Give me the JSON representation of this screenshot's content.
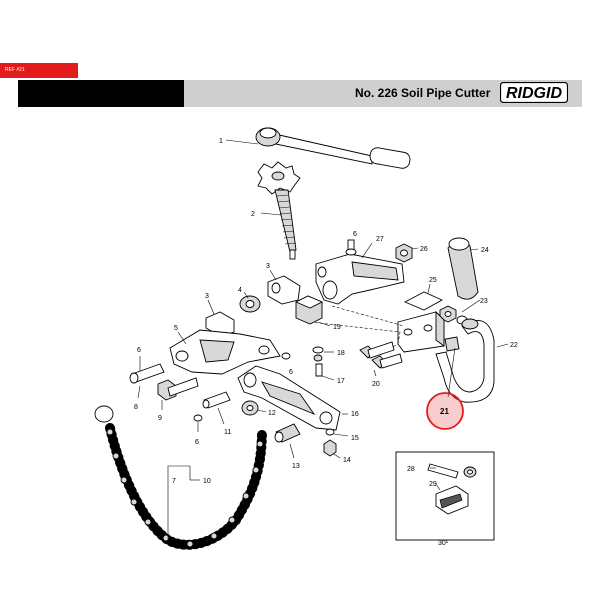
{
  "header": {
    "ref_tag": "REF #21",
    "title": "No. 226 Soil Pipe Cutter",
    "brand": "RIDGID"
  },
  "colors": {
    "accent_red": "#e31b1b",
    "header_dark": "#000000",
    "header_light": "#cfcfcf"
  },
  "callouts": {
    "c1": "1",
    "c2": "2",
    "c3a": "3",
    "c3b": "3",
    "c4": "4",
    "c5": "5",
    "c6a": "6",
    "c6b": "6",
    "c6c": "6",
    "c6d": "6",
    "c7": "7",
    "c8": "8",
    "c9": "9",
    "c10": "10",
    "c11": "11",
    "c12": "12",
    "c13": "13",
    "c14": "14",
    "c15": "15",
    "c16": "16",
    "c17": "17",
    "c18": "18",
    "c19": "19",
    "c20": "20",
    "c21": "21",
    "c22": "22",
    "c23": "23",
    "c24": "24",
    "c25": "25",
    "c26": "26",
    "c27": "27",
    "c28": "28",
    "c29": "29",
    "c30": "30¹"
  },
  "highlighted_part": "21"
}
